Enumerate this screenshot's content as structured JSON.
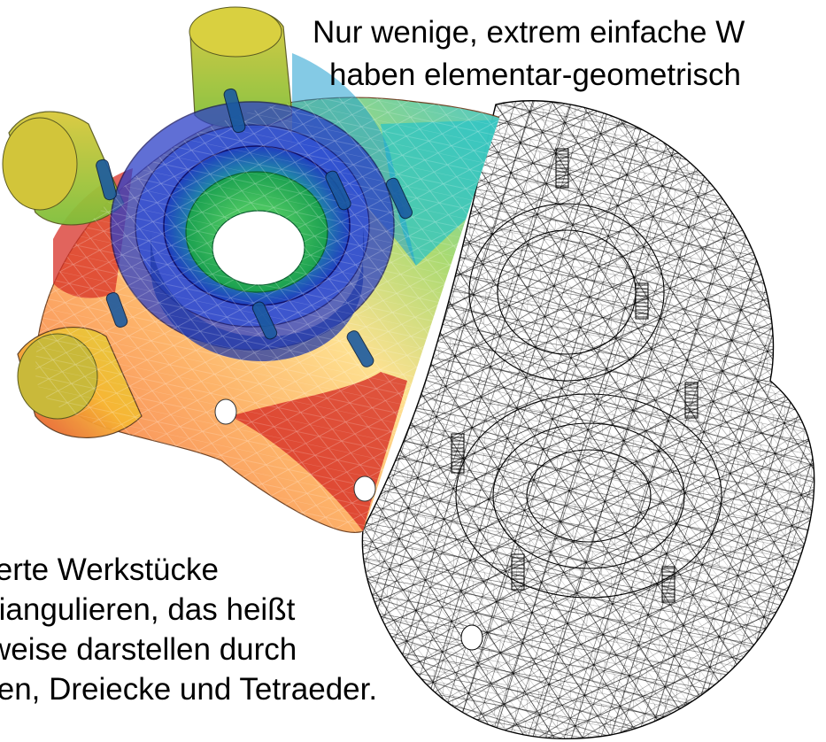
{
  "captions": {
    "top_line1": "Nur wenige, extrem einfache W",
    "top_line2": "haben elementar-geometrisch",
    "bottom_line1": "ierte Werkstücke",
    "bottom_line2": "riangulieren, das heißt",
    "bottom_line3": "weise darstellen durch",
    "bottom_line4": "ten, Dreiecke und Tetraeder."
  },
  "figure": {
    "left_half": "solid-shaded-mesh",
    "right_half": "wireframe-mesh",
    "colors": [
      "#d73027",
      "#f46d43",
      "#fee08b",
      "#a6d96a",
      "#1a9850",
      "#00bcd4",
      "#2040c0",
      "#101060"
    ]
  }
}
